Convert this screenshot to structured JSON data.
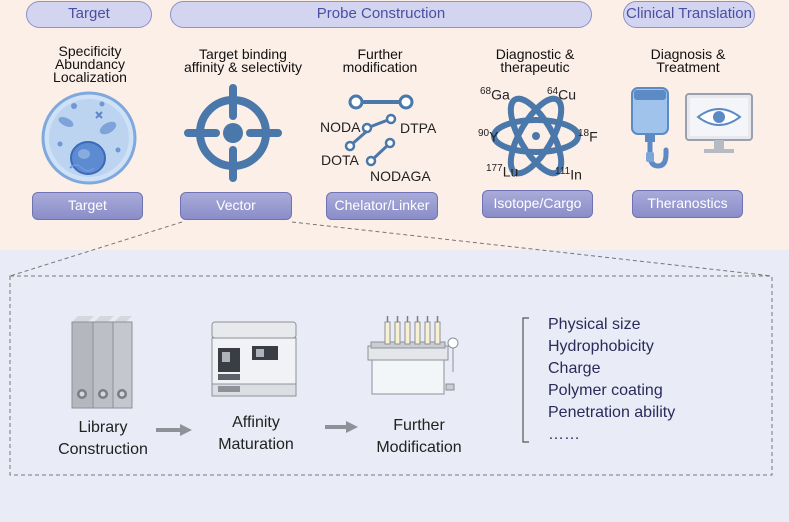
{
  "headers": {
    "target": "Target",
    "probe": "Probe Construction",
    "clinical": "Clinical Translation"
  },
  "captions": {
    "target": [
      "Specificity",
      "Abundancy",
      "Localization"
    ],
    "vector": [
      "Target binding",
      "affinity & selectivity"
    ],
    "chelator": [
      "Further",
      "modification"
    ],
    "isotope": [
      "Diagnostic &",
      "therapeutic"
    ],
    "theranostics": [
      "Diagnosis &",
      "Treatment"
    ]
  },
  "tags": {
    "target": "Target",
    "vector": "Vector",
    "chelator": "Chelator/Linker",
    "isotope": "Isotope/Cargo",
    "theranostics": "Theranostics"
  },
  "chelators": [
    "NODA",
    "DTPA",
    "DOTA",
    "NODAGA"
  ],
  "isotopes": [
    {
      "mass": "68",
      "el": "Ga"
    },
    {
      "mass": "64",
      "el": "Cu"
    },
    {
      "mass": "90",
      "el": "Y"
    },
    {
      "mass": "18",
      "el": "F"
    },
    {
      "mass": "177",
      "el": "Lu"
    },
    {
      "mass": "111",
      "el": "In"
    }
  ],
  "steps": {
    "library": [
      "Library",
      "Construction"
    ],
    "affinity": [
      "Affinity",
      "Maturation"
    ],
    "further": [
      "Further",
      "Modification"
    ]
  },
  "properties": [
    "Physical size",
    "Hydrophobicity",
    "Charge",
    "Polymer coating",
    "Penetration ability",
    "……"
  ]
}
